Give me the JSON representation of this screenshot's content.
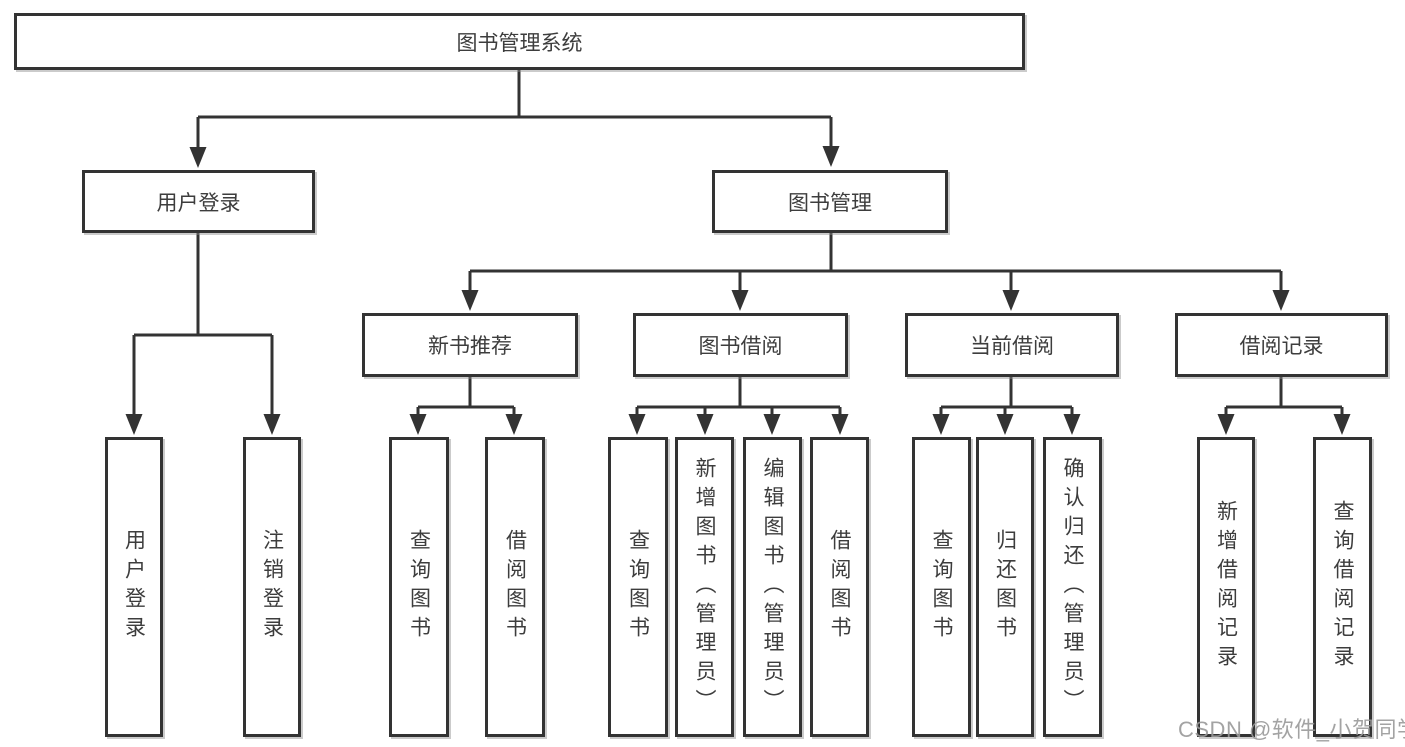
{
  "colors": {
    "line": "#333333",
    "box_border": "#333333",
    "text": "#3d3d3d",
    "watermark": "#9a9a9a",
    "background": "#ffffff"
  },
  "watermark": {
    "text": "CSDN @软件_小贺同学"
  },
  "tree": {
    "label": "图书管理系统",
    "children": [
      {
        "label": "用户登录",
        "children": [
          {
            "label": "用户登录"
          },
          {
            "label": "注销登录"
          }
        ]
      },
      {
        "label": "图书管理",
        "children": [
          {
            "label": "新书推荐",
            "children": [
              {
                "label": "查询图书"
              },
              {
                "label": "借阅图书"
              }
            ]
          },
          {
            "label": "图书借阅",
            "children": [
              {
                "label": "查询图书"
              },
              {
                "label": "新增图书（管理员）"
              },
              {
                "label": "编辑图书（管理员）"
              },
              {
                "label": "借阅图书"
              }
            ]
          },
          {
            "label": "当前借阅",
            "children": [
              {
                "label": "查询图书"
              },
              {
                "label": "归还图书"
              },
              {
                "label": "确认归还（管理员）"
              }
            ]
          },
          {
            "label": "借阅记录",
            "children": [
              {
                "label": "新增借阅记录"
              },
              {
                "label": "查询借阅记录"
              }
            ]
          }
        ]
      }
    ]
  }
}
